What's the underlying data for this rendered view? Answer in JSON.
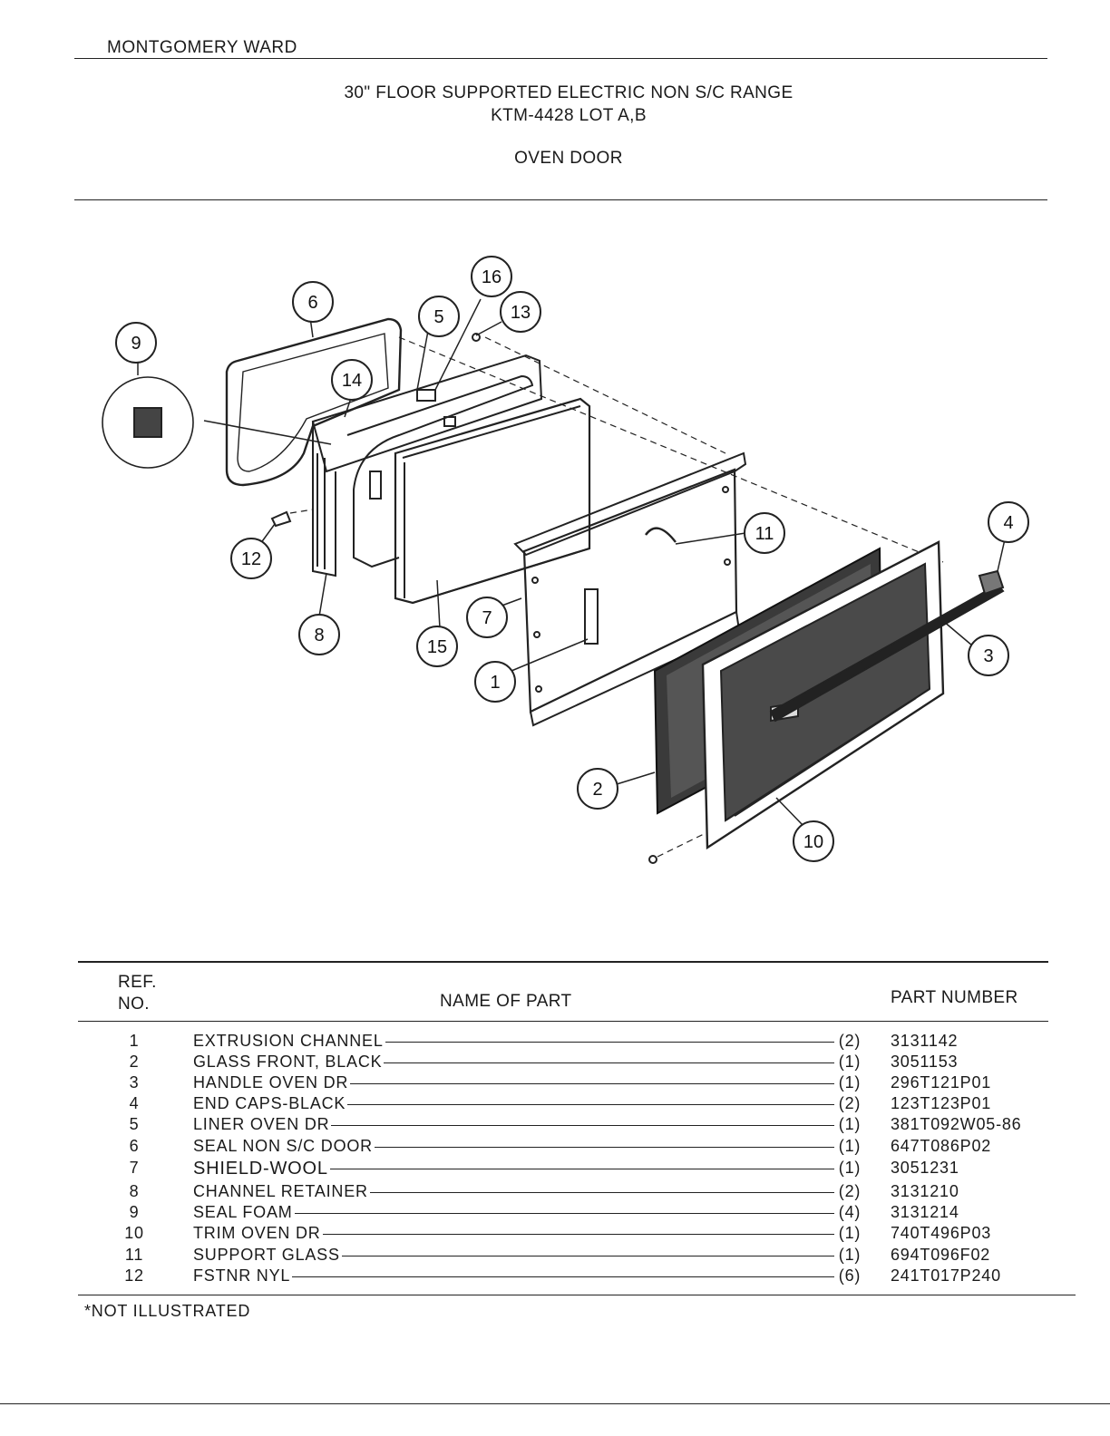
{
  "header": {
    "brand": "MONTGOMERY WARD",
    "title_line1": "30\" FLOOR SUPPORTED ELECTRIC NON S/C RANGE",
    "title_line2": "KTM-4428 LOT A,B",
    "section": "OVEN DOOR"
  },
  "callouts": [
    "1",
    "2",
    "3",
    "4",
    "5",
    "6",
    "7",
    "8",
    "9",
    "10",
    "11",
    "12",
    "13",
    "14",
    "15",
    "16"
  ],
  "table": {
    "headers": {
      "ref_line1": "REF.",
      "ref_line2": "NO.",
      "name": "NAME OF PART",
      "part_number": "PART NUMBER"
    },
    "rows": [
      {
        "ref": "1",
        "name": "EXTRUSION CHANNEL",
        "qty": "(2)",
        "part_number": "3131142"
      },
      {
        "ref": "2",
        "name": "GLASS FRONT, BLACK",
        "qty": "(1)",
        "part_number": "3051153"
      },
      {
        "ref": "3",
        "name": "HANDLE OVEN DR",
        "qty": "(1)",
        "part_number": "296T121P01"
      },
      {
        "ref": "4",
        "name": "END CAPS-BLACK",
        "qty": "(2)",
        "part_number": "123T123P01"
      },
      {
        "ref": "5",
        "name": "LINER OVEN DR",
        "qty": "(1)",
        "part_number": "381T092W05-86"
      },
      {
        "ref": "6",
        "name": "SEAL NON S/C DOOR",
        "qty": "(1)",
        "part_number": "647T086P02"
      },
      {
        "ref": "7",
        "name": "SHIELD-WOOL",
        "qty": "(1)",
        "part_number": "3051231"
      },
      {
        "ref": "8",
        "name": "CHANNEL RETAINER",
        "qty": "(2)",
        "part_number": "3131210"
      },
      {
        "ref": "9",
        "name": "SEAL FOAM",
        "qty": "(4)",
        "part_number": "3131214"
      },
      {
        "ref": "10",
        "name": "TRIM OVEN DR",
        "qty": "(1)",
        "part_number": "740T496P03"
      },
      {
        "ref": "11",
        "name": "SUPPORT GLASS",
        "qty": "(1)",
        "part_number": "694T096F02"
      },
      {
        "ref": "12",
        "name": "FSTNR NYL",
        "qty": "(6)",
        "part_number": "241T017P240"
      }
    ]
  },
  "footnote": "*NOT ILLUSTRATED"
}
